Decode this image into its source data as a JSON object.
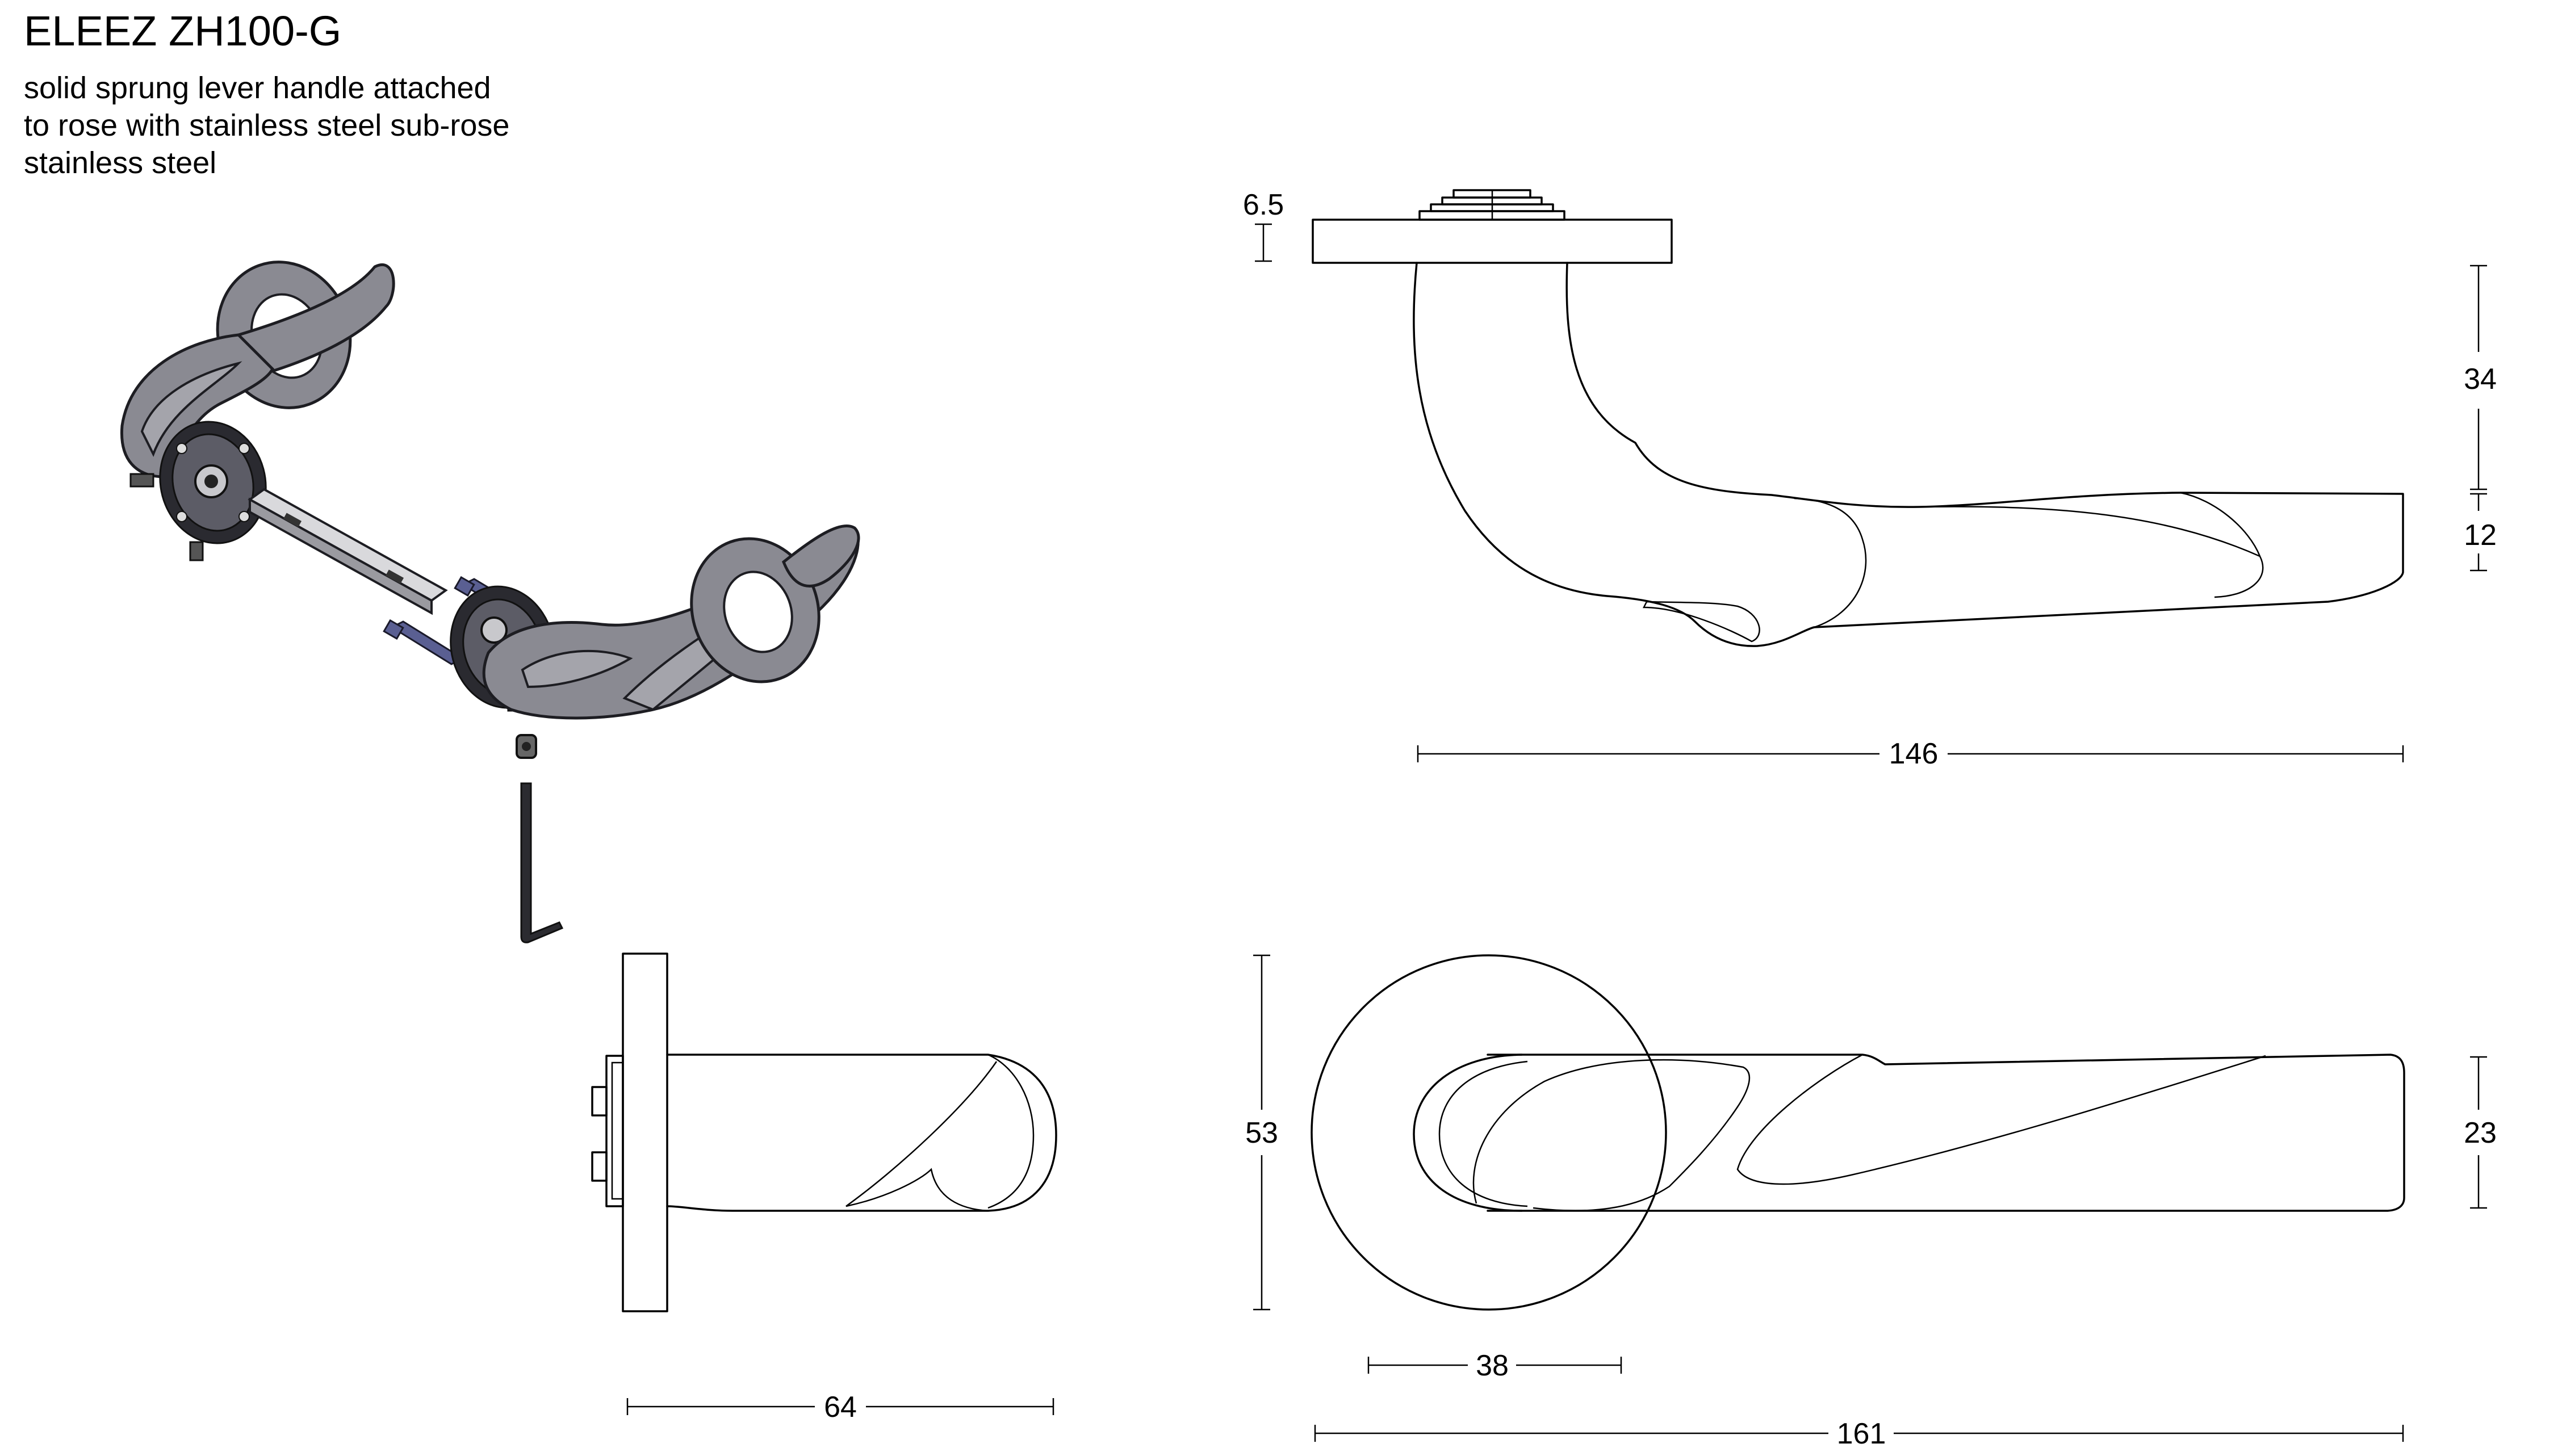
{
  "header": {
    "title": "ELEEZ ZH100-G",
    "description_lines": [
      "solid sprung lever handle attached",
      "to rose with stainless steel sub-rose",
      "stainless steel"
    ]
  },
  "dimensions": {
    "rose_thickness": "6.5",
    "neck_height": "34",
    "lever_height_side": "12",
    "projection_length": "146",
    "rose_diameter": "53",
    "lever_width_top": "23",
    "rose_inner": "38",
    "overall_length": "161",
    "handle_projection_front": "64"
  },
  "colors": {
    "line": "#000000",
    "render_body": "#8a8a92",
    "render_bolt": "#5a5f92"
  }
}
